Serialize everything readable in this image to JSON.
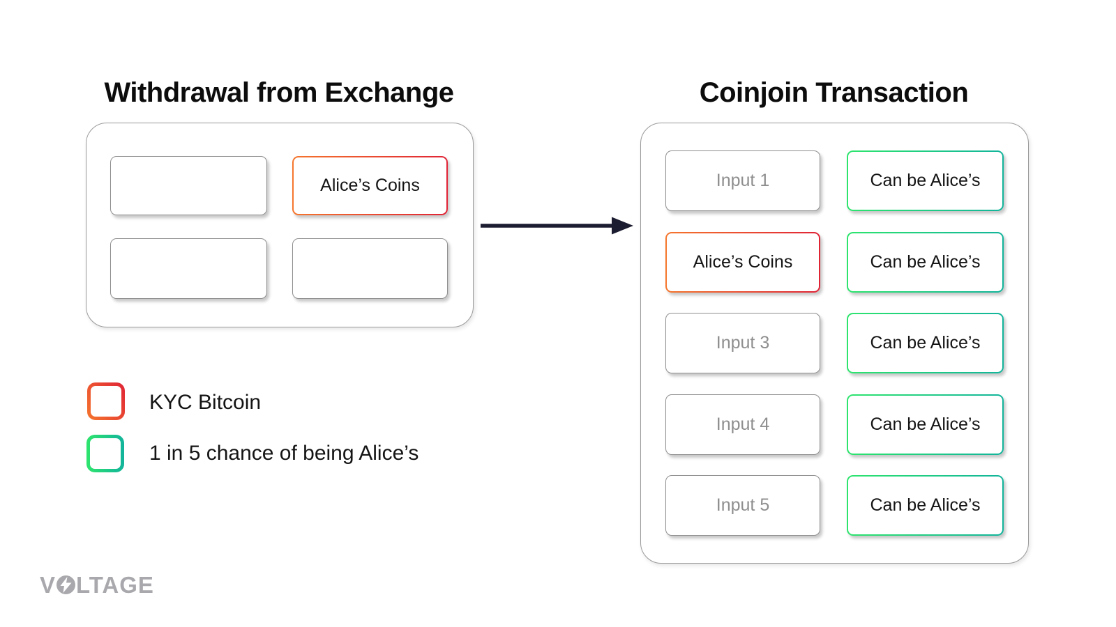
{
  "colors": {
    "kyc_gradient_start": "#f5762d",
    "kyc_gradient_end": "#e02436",
    "safe_gradient_start": "#2ee56d",
    "safe_gradient_end": "#12b49b",
    "neutral_border": "#8f8f8f",
    "muted_text": "#8e8e8e",
    "arrow_color": "#1b1c30",
    "logo_color": "#a9a9ad",
    "title_color": "#0c0c0c",
    "text_color": "#141414"
  },
  "left_panel": {
    "title": "Withdrawal from Exchange",
    "boxes": [
      {
        "label": "",
        "type": "plain"
      },
      {
        "label": "Alice’s Coins",
        "type": "kyc"
      },
      {
        "label": "",
        "type": "plain"
      },
      {
        "label": "",
        "type": "plain"
      }
    ]
  },
  "right_panel": {
    "title": "Coinjoin Transaction",
    "rows": [
      {
        "input": "Input 1",
        "input_type": "plain",
        "output": "Can be Alice’s",
        "output_type": "safe"
      },
      {
        "input": "Alice’s Coins",
        "input_type": "kyc",
        "output": "Can be Alice’s",
        "output_type": "safe"
      },
      {
        "input": "Input 3",
        "input_type": "plain",
        "output": "Can be Alice’s",
        "output_type": "safe"
      },
      {
        "input": "Input 4",
        "input_type": "plain",
        "output": "Can be Alice’s",
        "output_type": "safe"
      },
      {
        "input": "Input 5",
        "input_type": "plain",
        "output": "Can be Alice’s",
        "output_type": "safe"
      }
    ]
  },
  "legend": {
    "items": [
      {
        "swatch": "kyc",
        "label": "KYC Bitcoin"
      },
      {
        "swatch": "safe",
        "label": "1 in 5 chance of being Alice’s"
      }
    ]
  },
  "logo": {
    "text": "VOLTAGE",
    "prefix": "V",
    "suffix": "LTAGE",
    "o_icon": "lightning-bolt-o"
  }
}
